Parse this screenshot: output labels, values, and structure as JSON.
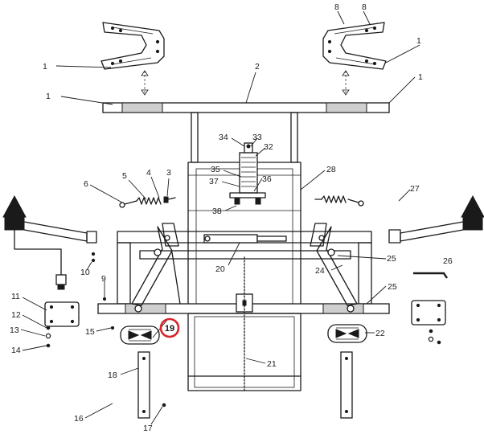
{
  "diagram": {
    "highlight_color": "#d9242a",
    "highlighted_callout": "19",
    "callouts": {
      "c1a": "1",
      "c1b": "1",
      "c1c": "1",
      "c1d": "1",
      "c2": "2",
      "c3": "3",
      "c4": "4",
      "c5": "5",
      "c6": "6",
      "c8a": "8",
      "c8b": "8",
      "c9": "9",
      "c10": "10",
      "c11": "11",
      "c12": "12",
      "c13": "13",
      "c14": "14",
      "c15": "15",
      "c16": "16",
      "c17": "17",
      "c18": "18",
      "c19": "19",
      "c20": "20",
      "c21": "21",
      "c22": "22",
      "c24": "24",
      "c25a": "25",
      "c25b": "25",
      "c26": "26",
      "c27": "27",
      "c28": "28",
      "c32": "32",
      "c33": "33",
      "c34": "34",
      "c35": "35",
      "c36": "36",
      "c37": "37",
      "c38": "38"
    }
  }
}
